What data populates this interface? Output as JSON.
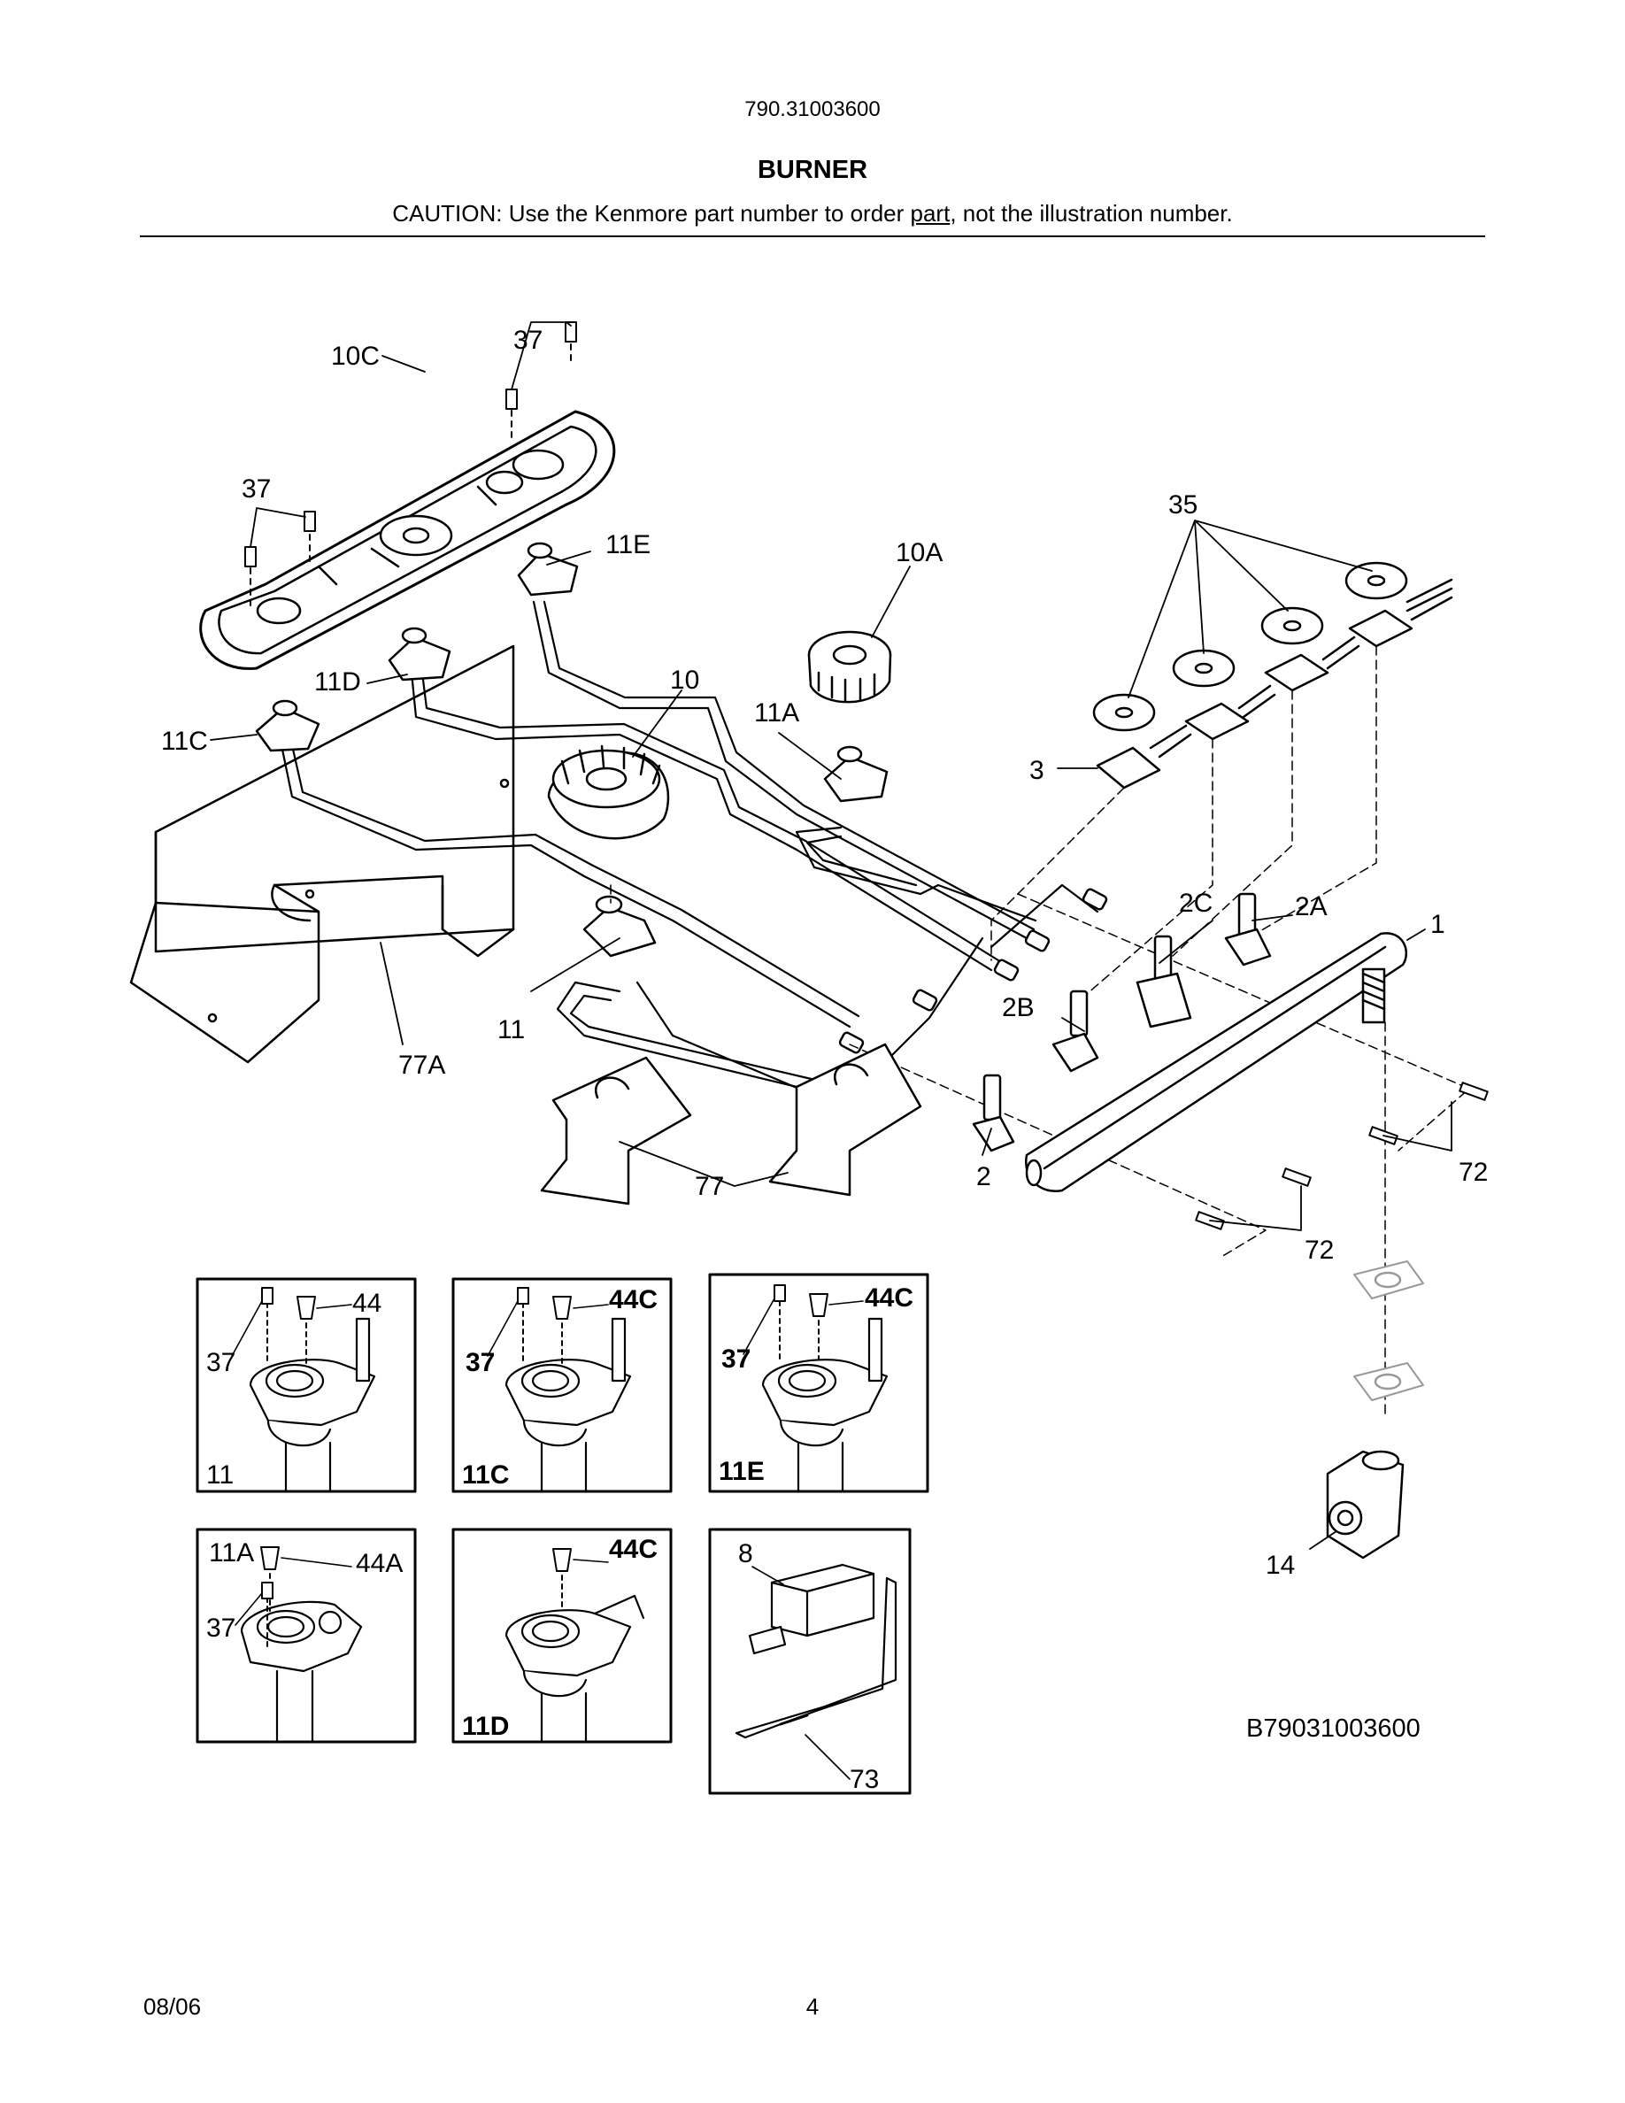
{
  "header": {
    "model_number": "790.31003600",
    "section_title": "BURNER",
    "caution_before": "CAUTION: Use the Kenmore part number to order ",
    "caution_link": "part",
    "caution_after": ", not the illustration number."
  },
  "callouts": {
    "c37a": "37",
    "c37b": "37",
    "c10C": "10C",
    "c11E": "11E",
    "c10A": "10A",
    "c35": "35",
    "c11D": "11D",
    "c10": "10",
    "c11A": "11A",
    "c11C": "11C",
    "c3": "3",
    "c2C": "2C",
    "c2A": "2A",
    "c1": "1",
    "c2B": "2B",
    "c77A": "77A",
    "c11": "11",
    "c2": "2",
    "c77": "77",
    "c72a": "72",
    "c72b": "72",
    "c14": "14"
  },
  "insets": [
    {
      "id": "11",
      "main": "11",
      "bold": false,
      "screw": "37",
      "jet": "44"
    },
    {
      "id": "11C",
      "main": "11C",
      "bold": true,
      "screw": "37",
      "jet": "44C"
    },
    {
      "id": "11E",
      "main": "11E",
      "bold": true,
      "screw": "37",
      "jet": "44C"
    },
    {
      "id": "11A",
      "main": "11A",
      "bold": false,
      "screw": "37",
      "jet": "44A"
    },
    {
      "id": "11D",
      "main": "11D",
      "bold": true,
      "screw": "",
      "jet": "44C"
    },
    {
      "id": "8",
      "main": "8",
      "bold": false,
      "screw": "",
      "jet": "73"
    }
  ],
  "diagram_code": "B79031003600",
  "footer": {
    "date": "08/06",
    "page": "4"
  }
}
